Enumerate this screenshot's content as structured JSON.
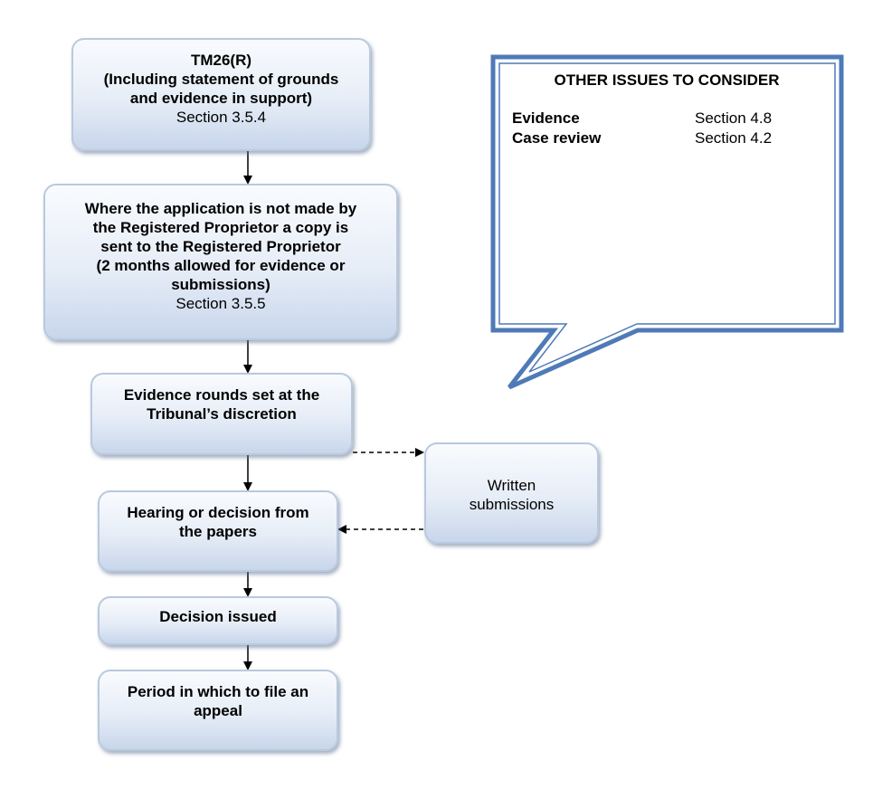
{
  "flow": {
    "tm26": {
      "title": "TM26(R)",
      "line1": "(Including statement of grounds",
      "line2": "and evidence in support)",
      "section": "Section 3.5.4"
    },
    "copy_sent": {
      "line1": "Where the application is not made by",
      "line2": "the Registered Proprietor a copy is",
      "line3": "sent to the Registered Proprietor",
      "line4": "(2 months allowed for evidence or",
      "line5": "submissions)",
      "section": "Section 3.5.5"
    },
    "evidence_rounds": {
      "line1": "Evidence rounds set at the",
      "line2": "Tribunal’s discretion"
    },
    "written_submissions": {
      "line1": "Written",
      "line2": "submissions"
    },
    "hearing": {
      "line1": "Hearing or decision from",
      "line2": "the papers"
    },
    "decision": {
      "line1": "Decision issued"
    },
    "appeal": {
      "line1": "Period in which to file an",
      "line2": "appeal"
    }
  },
  "callout": {
    "title": "OTHER ISSUES TO CONSIDER",
    "rows": [
      {
        "label": "Evidence",
        "value": "Section 4.8"
      },
      {
        "label": "Case review",
        "value": "Section 4.2"
      }
    ]
  },
  "colors": {
    "box_border": "#b9c9de",
    "box_fill_top": "#f9fbfe",
    "box_fill_bottom": "#c8d6eb",
    "callout_border": "#4f7ab8",
    "arrow": "#000000"
  }
}
